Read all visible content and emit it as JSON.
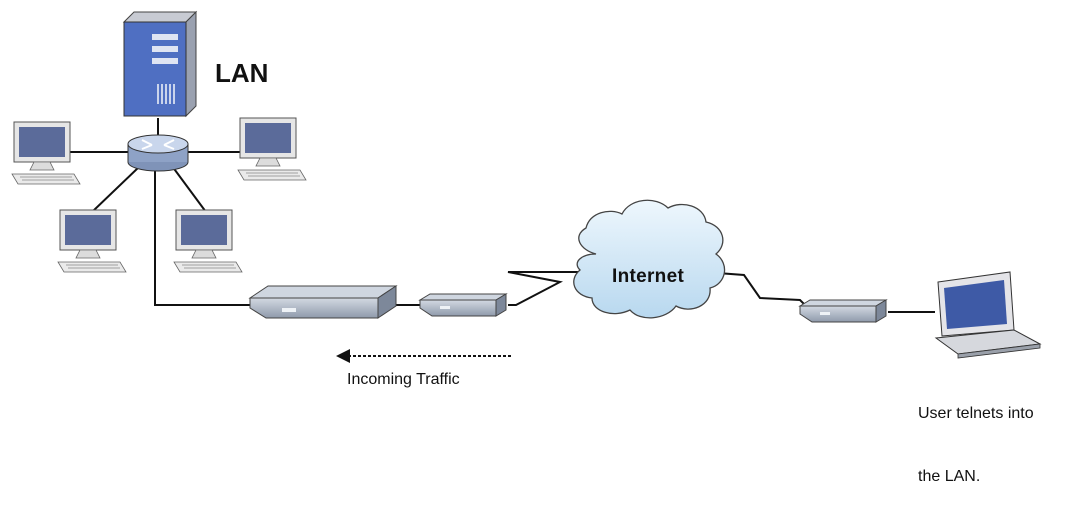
{
  "diagram": {
    "lan_label": "LAN",
    "internet_label": "Internet",
    "traffic_label": "Incoming Traffic",
    "user_label_line1": "User telnets into",
    "user_label_line2": "the LAN."
  },
  "colors": {
    "line": "#111111",
    "monitor_screen": "#5b6b9a",
    "device_body": "#b9c2cf",
    "cloud_fill": "#d8ecf8",
    "server_front": "#4f6fc2"
  },
  "icons": [
    "server-icon",
    "switch-icon",
    "computer-icon",
    "router-icon",
    "modem-icon",
    "cloud-icon",
    "laptop-icon",
    "arrow-icon"
  ]
}
